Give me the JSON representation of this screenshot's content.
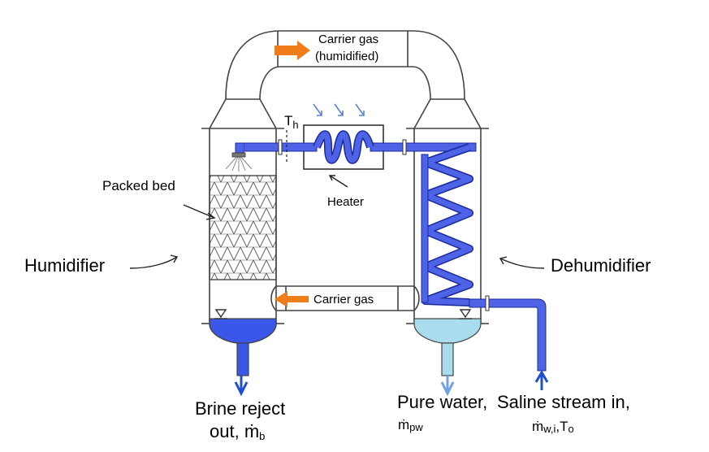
{
  "labels": {
    "carrier_gas_top_line1": "Carrier gas",
    "carrier_gas_top_line2": "(humidified)",
    "carrier_gas_bottom": "Carrier gas",
    "heater": "Heater",
    "packed_bed": "Packed bed",
    "humidifier": "Humidifier",
    "dehumidifier": "Dehumidifier",
    "brine_line1": "Brine reject",
    "brine_line2": "out, ",
    "brine_symbol": "ṁ",
    "brine_sub": "b",
    "pure_water": "Pure water,",
    "pure_symbol": "ṁ",
    "pure_sub": "pw",
    "saline": "Saline stream in,",
    "saline_symbol": "ṁ",
    "saline_sub": "w,i",
    "saline_T": ",T",
    "saline_T_sub": "o",
    "th_symbol": "T",
    "th_sub": "h"
  },
  "colors": {
    "outline": "#444444",
    "pipe_fill": "#4f63e6",
    "pipe_stroke": "#1b2a9e",
    "brine": "#3b57ea",
    "pure_water": "#a9dcec",
    "arrow_orange": "#f07d1a",
    "flow_arrow_blue": "#1f4fd0",
    "pure_arrow": "#6ea1e6",
    "heat_arrow": "#5b83d6"
  },
  "icons": [
    "orange-flow-arrow",
    "heat-arrow",
    "down-arrow",
    "up-arrow",
    "water-level-marker",
    "spray-nozzle"
  ]
}
